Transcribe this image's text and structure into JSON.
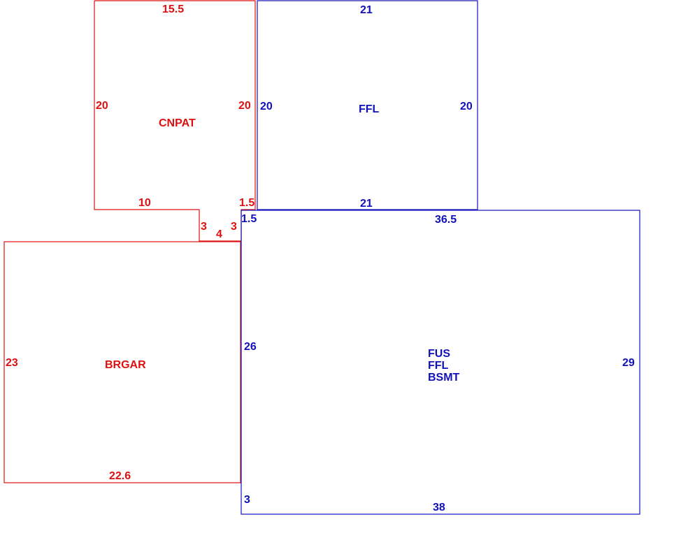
{
  "colors": {
    "garage_outline": "#dd1111",
    "living_outline": "#1111bb",
    "background": "#ffffff"
  },
  "cnpat": {
    "label": "CNPAT",
    "top": "15.5",
    "left": "20",
    "right": "20",
    "bottom": "10",
    "step_top": "1.5",
    "notch_left": "3",
    "notch_bottom": "4",
    "notch_right": "3"
  },
  "ffl": {
    "label": "FFL",
    "top": "21",
    "left": "20",
    "right": "20",
    "bottom": "21"
  },
  "main": {
    "labels": [
      "FUS",
      "FFL",
      "BSMT"
    ],
    "top_left": "1.5",
    "top": "36.5",
    "left": "26",
    "right": "29",
    "bottom_left": "3",
    "bottom": "38"
  },
  "brgar": {
    "label": "BRGAR",
    "left": "23",
    "bottom": "22.6"
  }
}
